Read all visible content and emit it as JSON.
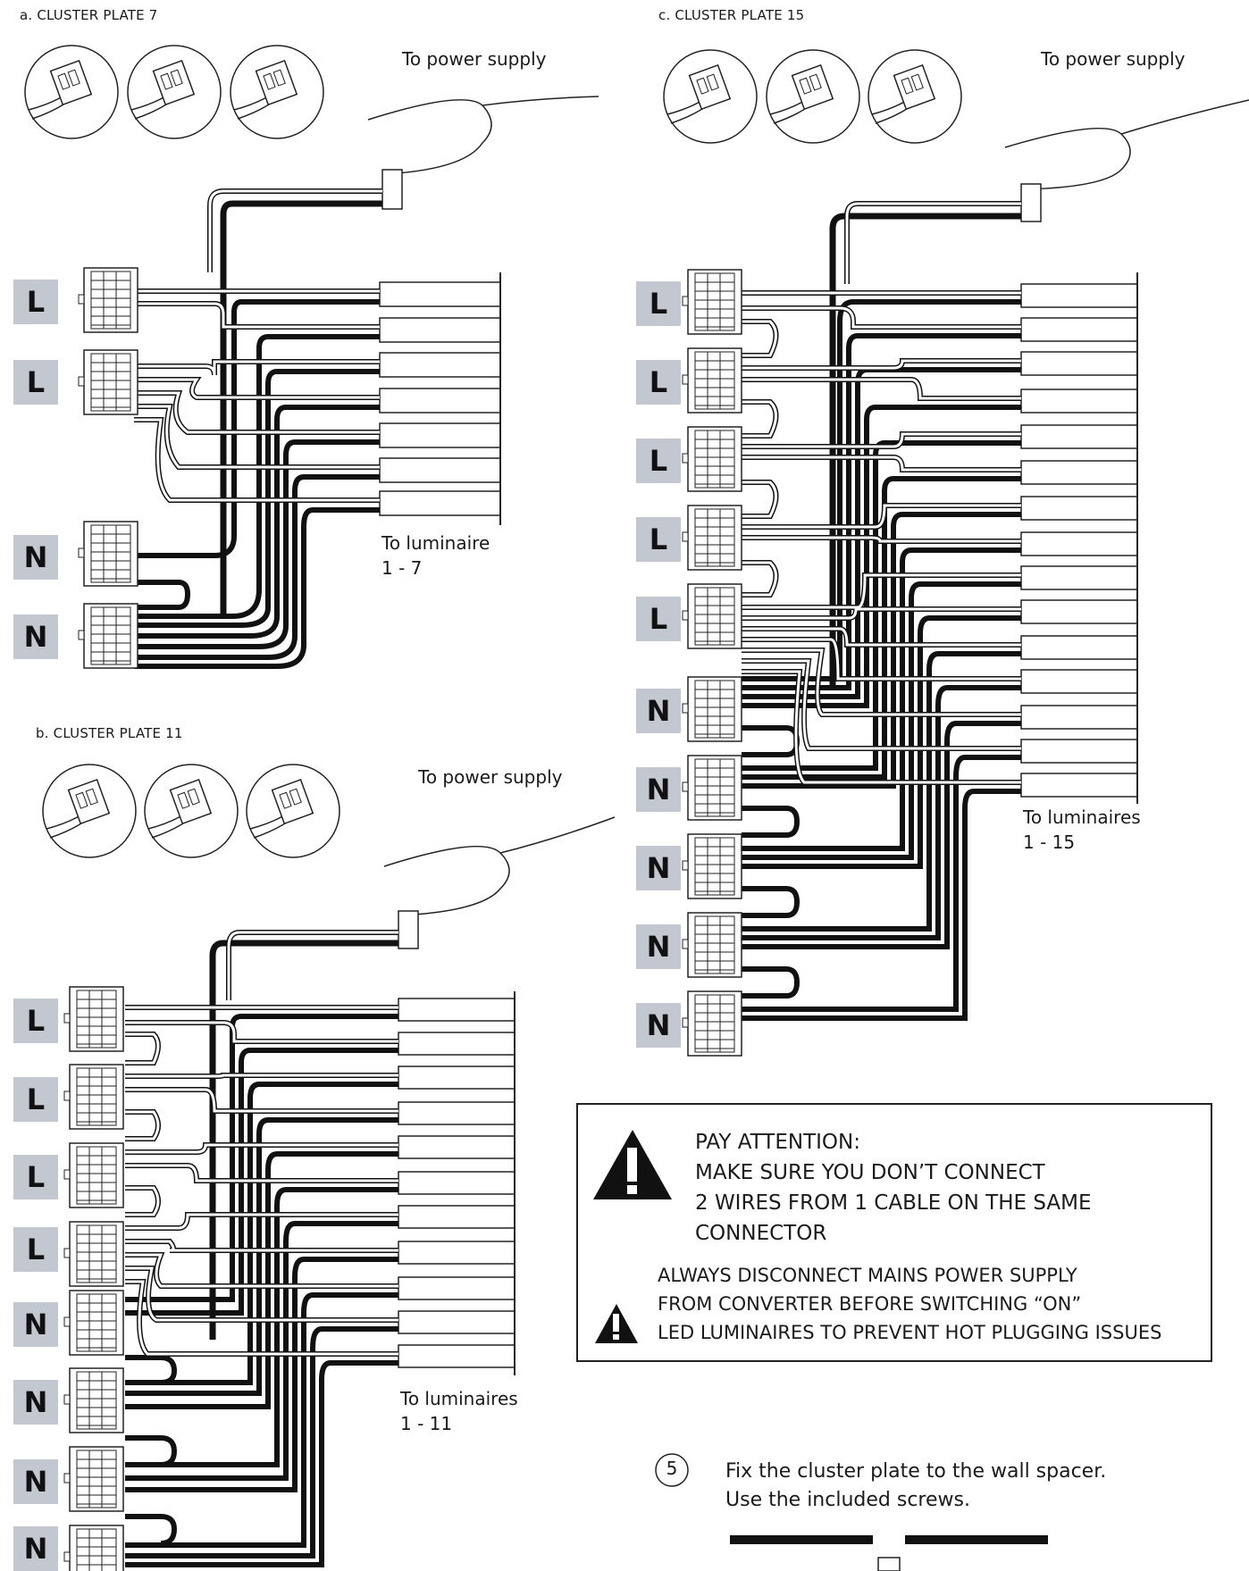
{
  "plates": [
    {
      "title": "a. CLUSTER PLATE 7",
      "power_label": "To power supply",
      "luminaire_label_1": "To luminaire",
      "luminaire_label_2": "1 - 7",
      "badges": [
        "L",
        "L",
        "N",
        "N"
      ]
    },
    {
      "title": "b. CLUSTER PLATE 11",
      "power_label": "To power supply",
      "luminaire_label_1": "To luminaires",
      "luminaire_label_2": "1 - 11",
      "badges": [
        "L",
        "L",
        "L",
        "L",
        "N",
        "N",
        "N",
        "N"
      ]
    },
    {
      "title": "c. CLUSTER PLATE 15",
      "power_label": "To power supply",
      "luminaire_label_1": "To luminaires",
      "luminaire_label_2": "1 - 15",
      "badges": [
        "L",
        "L",
        "L",
        "L",
        "L",
        "N",
        "N",
        "N",
        "N",
        "N"
      ]
    }
  ],
  "warning": {
    "line1": "PAY ATTENTION:",
    "line2": "MAKE SURE YOU DON’T CONNECT",
    "line3": "2 WIRES FROM 1 CABLE ON THE SAME",
    "line4": "CONNECTOR",
    "line5": "ALWAYS DISCONNECT MAINS POWER SUPPLY",
    "line6": "FROM CONVERTER BEFORE SWITCHING “ON”",
    "line7": "LED LUMINAIRES TO PREVENT HOT PLUGGING ISSUES"
  },
  "step": {
    "number": "5",
    "line1": "Fix the cluster plate to the wall spacer.",
    "line2": "Use the included screws."
  }
}
